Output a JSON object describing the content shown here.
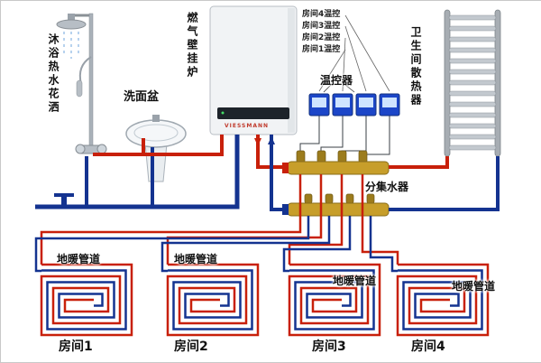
{
  "labels": {
    "shower": "沐浴热水花洒",
    "basin": "洗面盆",
    "boiler": "燃气壁挂炉",
    "boiler_brand": "VIESSMANN",
    "thermostat_group": "温控器",
    "thermostat_lines": [
      "房间4温控",
      "房间3温控",
      "房间2温控",
      "房间1温控"
    ],
    "radiator": "卫生间散热器",
    "manifold": "分集水器",
    "floor_pipe": "地暖管道",
    "rooms": [
      "房间1",
      "房间2",
      "房间3",
      "房间4"
    ]
  },
  "colors": {
    "hot_pipe": "#c8200a",
    "cold_pipe": "#143390",
    "brass": "#c79e2a",
    "thermostat_body": "#1c46c8"
  }
}
